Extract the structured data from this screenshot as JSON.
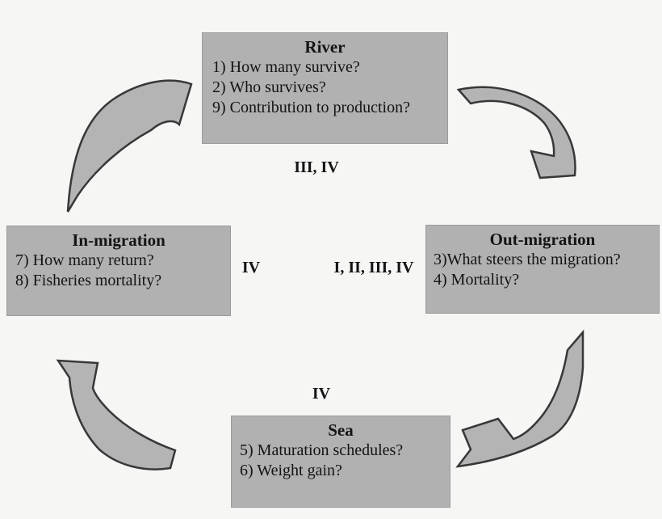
{
  "diagram": {
    "boxes": {
      "river": {
        "title": "River",
        "items": [
          "1) How many survive?",
          "2) Who survives?",
          "9) Contribution to production?"
        ]
      },
      "out_migration": {
        "title": "Out-migration",
        "items": [
          "3)What steers the migration?",
          "4) Mortality?"
        ]
      },
      "sea": {
        "title": "Sea",
        "items": [
          "5) Maturation schedules?",
          "6) Weight gain?"
        ]
      },
      "in_migration": {
        "title": "In-migration",
        "items": [
          "7) How many return?",
          "8) Fisheries mortality?"
        ]
      }
    },
    "stage_labels": {
      "top": "III, IV",
      "left": "IV",
      "center": "I, II, III, IV",
      "bottom": "IV"
    },
    "arrows": [
      "in-migration-to-river",
      "river-to-out-migration",
      "out-migration-to-sea",
      "sea-to-in-migration"
    ],
    "colors": {
      "background": "#f6f6f5",
      "box_fill": "#b1b1b1",
      "box_border": "#9c9c9c",
      "arrow_fill": "#b4b4b4",
      "arrow_outline": "#383838",
      "text": "#141414"
    }
  }
}
